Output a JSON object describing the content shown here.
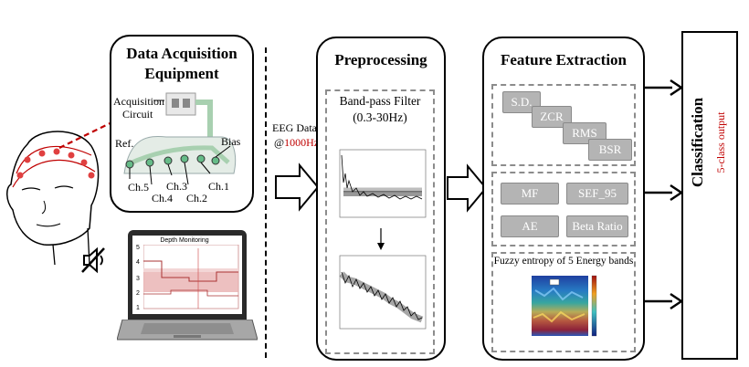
{
  "acquisition": {
    "title_line1": "Data Acquisition",
    "title_line2": "Equipment",
    "circuit_line1": "Acquisition",
    "circuit_line2": "Circuit",
    "ref_label": "Ref.",
    "bias_label": "Bias",
    "channels": [
      "Ch.5",
      "Ch.4",
      "Ch.3",
      "Ch.2",
      "Ch.1"
    ]
  },
  "monitor": {
    "title": "Depth Monitoring",
    "y_ticks": [
      "5",
      "4",
      "3",
      "2",
      "1"
    ]
  },
  "eeg_input": {
    "line1": "EEG Data",
    "line2_prefix": "@",
    "line2_rate": "1000Hz"
  },
  "preprocessing": {
    "title": "Preprocessing",
    "filter_line1": "Band-pass Filter",
    "filter_line2": "(0.3-30Hz)"
  },
  "features": {
    "title": "Feature Extraction",
    "group1": [
      "S.D.",
      "ZCR",
      "RMS",
      "BSR"
    ],
    "group2": [
      "MF",
      "SEF_95",
      "AE",
      "Beta Ratio"
    ],
    "fuzzy_label": "Fuzzy entropy of 5 Energy bands"
  },
  "classification": {
    "title": "Classification",
    "output": "5-class output"
  },
  "colors": {
    "rate_red": "#c00000",
    "connector_red": "#c00000",
    "button_gray": "#b4b4b4",
    "dash_gray": "#8c8c8c"
  }
}
